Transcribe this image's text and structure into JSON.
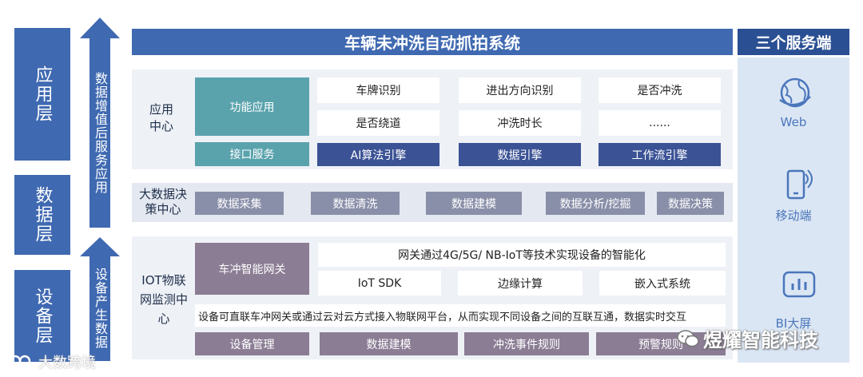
{
  "title": "车辆未冲洗自动抓拍系统",
  "services_header": "三个服务端",
  "layers": [
    "应用层",
    "数据层",
    "设备层"
  ],
  "arrows": [
    "数据增值后服务应用",
    "设备产生数据"
  ],
  "app_center": {
    "label": "应用中心",
    "function_app": "功能应用",
    "interface_service": "接口服务",
    "grid": [
      "车牌识别",
      "进出方向识别",
      "是否冲洗",
      "是否绕道",
      "冲洗时长",
      "......"
    ],
    "engines": [
      "AI算法引擎",
      "数据引擎",
      "工作流引擎"
    ]
  },
  "bigdata": {
    "label": "大数据决策中心",
    "items": [
      "数据采集",
      "数据清洗",
      "数据建模",
      "数据分析/挖掘",
      "数据决策"
    ]
  },
  "iot": {
    "label": "IOT物联网监测中心",
    "gateway": "车冲智能网关",
    "gateway_desc": "网关通过4G/5G/ NB-IoT等技术实现设备的智能化",
    "tech": [
      "IoT SDK",
      "边缘计算",
      "嵌入式系统"
    ],
    "desc": "设备可直联车冲网关或通过云对云方式接入物联网平台，从而实现不同设备之间的互联互通，数据实时交互",
    "bottom": [
      "设备管理",
      "数据建模",
      "冲洗事件规则",
      "预警规则"
    ]
  },
  "services": [
    "Web",
    "移动端",
    "BI大屏"
  ],
  "watermarks": [
    "煜耀智能科技",
    "大数跨境"
  ]
}
